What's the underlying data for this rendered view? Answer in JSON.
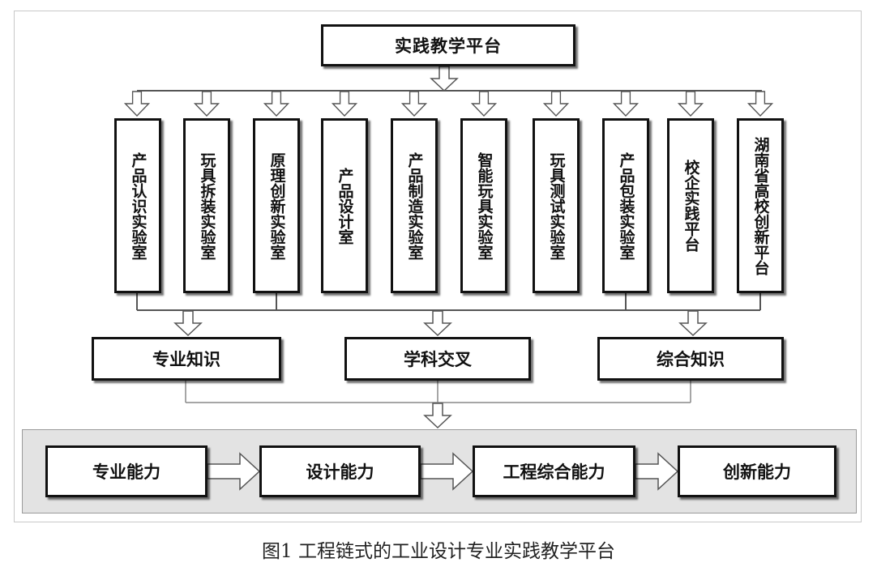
{
  "platform": {
    "title": "实践教学平台"
  },
  "labs": [
    {
      "label": "产品认识实验室"
    },
    {
      "label": "玩具拆装实验室"
    },
    {
      "label": "原理创新实验室"
    },
    {
      "label": "产品设计室"
    },
    {
      "label": "产品制造实验室"
    },
    {
      "label": "智能玩具实验室"
    },
    {
      "label": "玩具测试实验室"
    },
    {
      "label": "产品包装实验室"
    },
    {
      "label": "校企实践平台"
    },
    {
      "label": "湖南省高校创新平台"
    }
  ],
  "knowledge": [
    {
      "label": "专业知识"
    },
    {
      "label": "学科交叉"
    },
    {
      "label": "综合知识"
    }
  ],
  "abilities": [
    {
      "label": "专业能力"
    },
    {
      "label": "设计能力"
    },
    {
      "label": "工程综合能力"
    },
    {
      "label": "创新能力"
    }
  ],
  "caption": "图1 工程链式的工业设计专业实践教学平台"
}
